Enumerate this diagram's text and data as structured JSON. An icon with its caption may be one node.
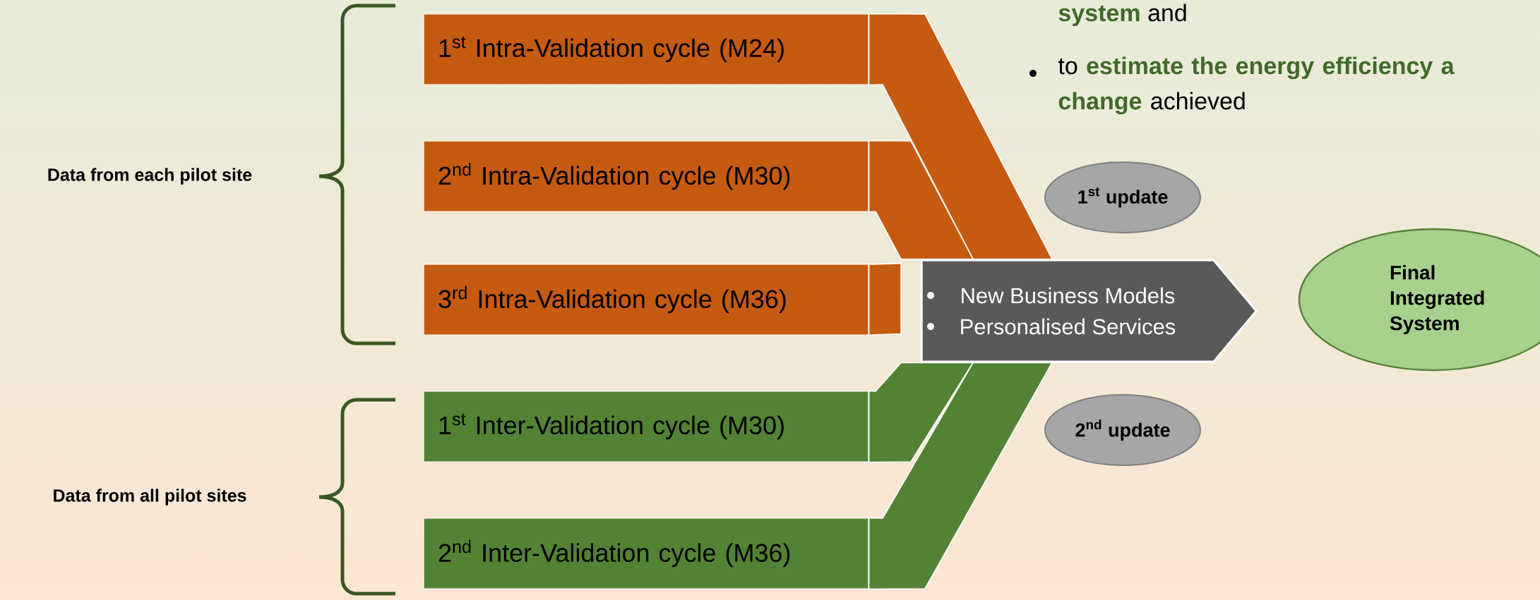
{
  "diagram": {
    "nodes": [
      {
        "text": [
          "1$^{st}$ Intra-Validation cycle (M24)"
        ]
      },
      {
        "text": [
          "2$^{nd}$ Intra-Validation cycle (M30)"
        ]
      },
      {
        "text": [
          "3$^{rd}$  Intra-Validation cycle (M36)"
        ]
      },
      {
        "text": [
          "1$^{st}$ Inter-Validation cycle (M30)"
        ]
      },
      {
        "text": [
          "2$^{nd}$ Inter-Validation cycle (M36)"
        ]
      },
      {
        "text": [
          "New Business Models",
          "Personalised Services"
        ]
      },
      {
        "text": [
          "1$^{st}$ update"
        ]
      },
      {
        "text": [
          "2$^{nd}$ update"
        ]
      },
      {
        "text": [
          "Final Integrated System"
        ]
      }
    ],
    "edges": [
      {
        "from": 0,
        "to": 5,
        "arrow": "none"
      },
      {
        "from": 1,
        "to": 5,
        "arrow": "none"
      },
      {
        "from": 2,
        "to": 5,
        "arrow": "none"
      },
      {
        "from": 3,
        "to": 5,
        "arrow": "none",
        "color": "#548235"
      },
      {
        "from": 4,
        "to": 5,
        "arrow": "none",
        "color": "#548235"
      }
    ],
    "labels": [
      "**system** and",
      "to **estimate the energy efficiency a change** achieved",
      "Data from each pilot site",
      "Data from all pilot sites"
    ]
  }
}
